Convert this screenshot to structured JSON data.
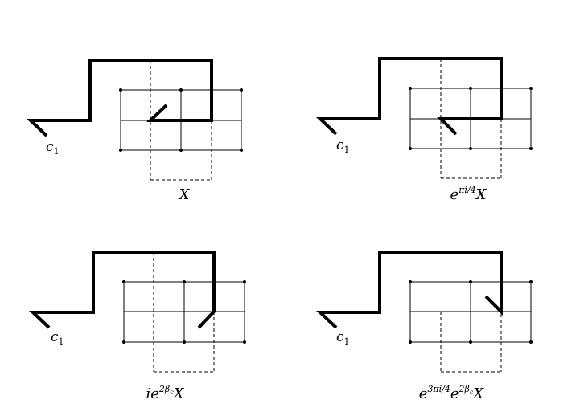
{
  "panels": [
    {
      "curve_label": "c",
      "curve_label_sub": "1",
      "caption_parts": [
        {
          "text": "X",
          "style": "base"
        }
      ]
    },
    {
      "curve_label": "c",
      "curve_label_sub": "1",
      "caption_parts": [
        {
          "text": "e",
          "style": "base"
        },
        {
          "text": "πi/4",
          "style": "sup"
        },
        {
          "text": "X",
          "style": "base"
        }
      ]
    },
    {
      "curve_label": "c",
      "curve_label_sub": "1",
      "caption_parts": [
        {
          "text": "ie",
          "style": "base"
        },
        {
          "text": "2β",
          "style": "sup"
        },
        {
          "text": "c",
          "style": "supsub"
        },
        {
          "text": "X",
          "style": "base"
        }
      ]
    },
    {
      "curve_label": "c",
      "curve_label_sub": "1",
      "caption_parts": [
        {
          "text": "e",
          "style": "base"
        },
        {
          "text": "3πi/4",
          "style": "sup"
        },
        {
          "text": "e",
          "style": "base"
        },
        {
          "text": "2β",
          "style": "sup"
        },
        {
          "text": "c",
          "style": "supsub"
        },
        {
          "text": "X",
          "style": "base"
        }
      ]
    }
  ]
}
